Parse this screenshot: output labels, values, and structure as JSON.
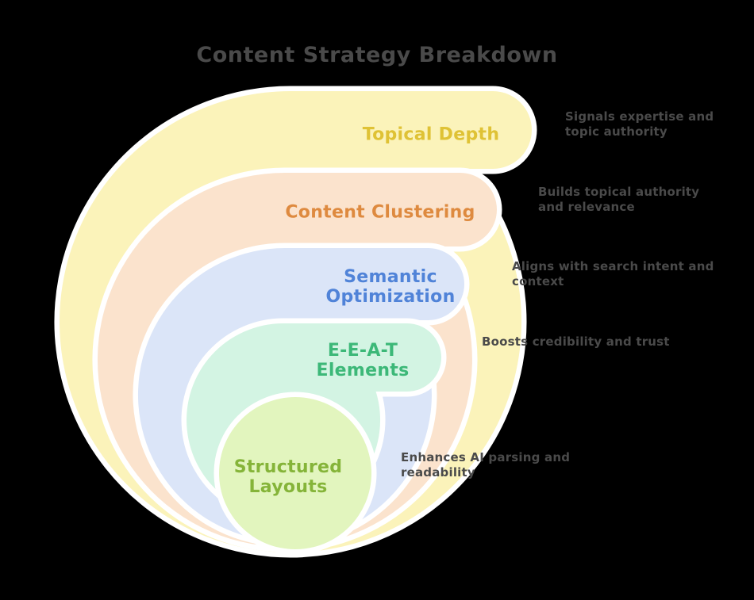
{
  "title": "Content Strategy Breakdown",
  "colors": {
    "background": "#000000",
    "gap_stroke": "#ffffff",
    "title_text": "#4a4a4a",
    "note_text": "#4a4a4a"
  },
  "levels": [
    {
      "label": [
        "Topical Depth"
      ],
      "fill": "#FBF3BA",
      "label_color": "#DFC235",
      "note": [
        "Signals expertise and",
        "topic authority"
      ]
    },
    {
      "label": [
        "Content Clustering"
      ],
      "fill": "#FBE3CD",
      "label_color": "#DE8A3F",
      "note": [
        "Builds topical authority",
        "and relevance"
      ]
    },
    {
      "label": [
        "Semantic",
        "Optimization"
      ],
      "fill": "#DBE5F8",
      "label_color": "#5083D8",
      "note": [
        "Aligns with search intent and",
        "context"
      ]
    },
    {
      "label": [
        "E-E-A-T",
        "Elements"
      ],
      "fill": "#D3F4E3",
      "label_color": "#3CB878",
      "note": [
        "Boosts credibility and trust",
        ""
      ]
    },
    {
      "label": [
        "Structured",
        "Layouts"
      ],
      "fill": "#E2F5BE",
      "label_color": "#85B439",
      "note": [
        "Enhances AI parsing and",
        "readability"
      ]
    }
  ]
}
